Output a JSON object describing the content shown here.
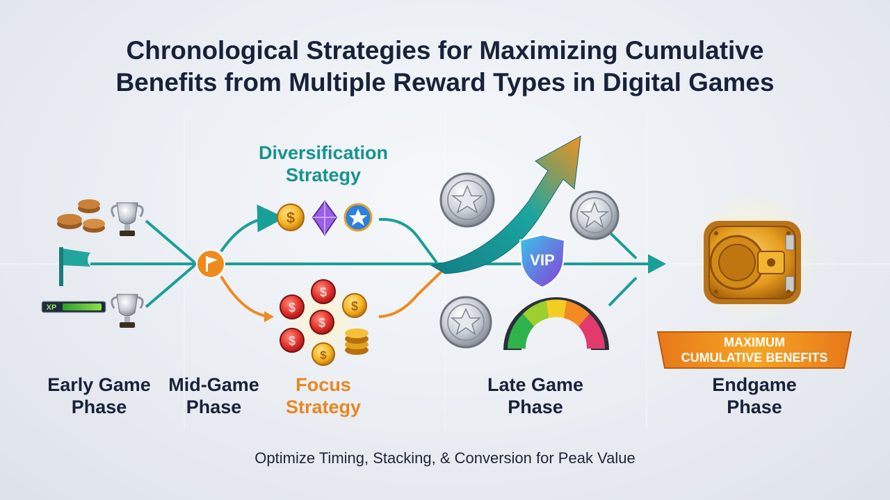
{
  "title": {
    "line1": "Chronological Strategies for Maximizing Cumulative",
    "line2": "Benefits from Multiple Reward Types in Digital Games"
  },
  "branches": {
    "diversification": {
      "line1": "Diversification",
      "line2": "Strategy"
    },
    "focus": {
      "line1": "Focus",
      "line2": "Strategy"
    }
  },
  "phases": [
    {
      "line1": "Early Game",
      "line2": "Phase"
    },
    {
      "line1": "Mid-Game",
      "line2": "Phase"
    },
    {
      "line1": "Late Game",
      "line2": "Phase"
    },
    {
      "line1": "Endgame",
      "line2": "Phase"
    }
  ],
  "labels": {
    "xp": "XP",
    "vip": "VIP",
    "result_line1": "MAXIMUM",
    "result_line2": "CUMULATIVE BENEFITS"
  },
  "footer": "Optimize Timing, Stacking, & Conversion for Peak Value",
  "colors": {
    "teal": "#1a9e98",
    "orange": "#ee8a1e",
    "navy": "#17223a",
    "gold": "#f0a81a"
  },
  "icons": [
    "coin-stack-icon",
    "trophy-icon",
    "flag-icon",
    "xp-bar-icon",
    "gold-coin-icon",
    "purple-gem-icon",
    "blue-star-coin-icon",
    "red-coin-icon",
    "silver-star-coin-icon",
    "vip-shield-icon",
    "rainbow-gauge-icon",
    "vault-icon"
  ]
}
